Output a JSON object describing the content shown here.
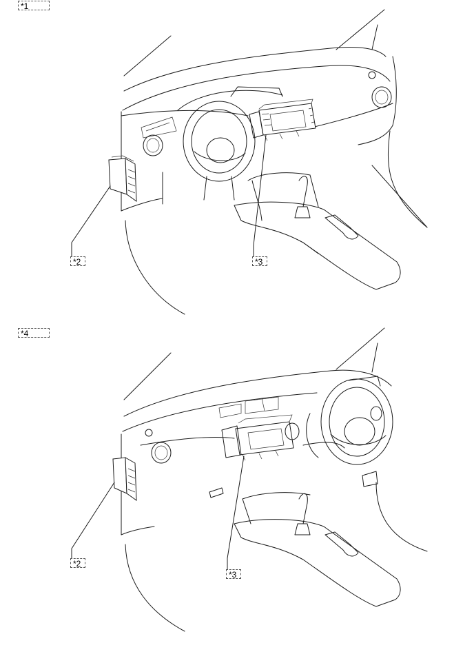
{
  "figure_top": {
    "view_label": "*1",
    "callouts": [
      "*2",
      "*3"
    ]
  },
  "figure_bottom": {
    "view_label": "*4",
    "callouts": [
      "*2",
      "*3"
    ]
  }
}
